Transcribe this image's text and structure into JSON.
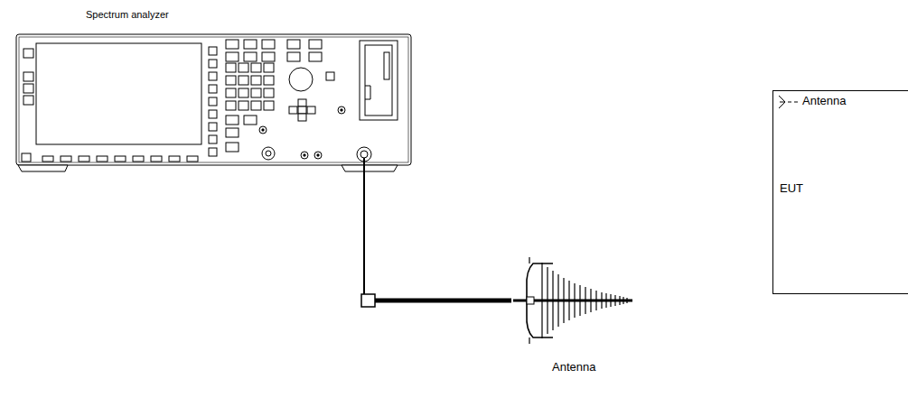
{
  "diagram": {
    "nodes": [
      {
        "text": [
          "Spectrum analyzer"
        ]
      },
      {
        "text": [
          "Antenna"
        ]
      },
      {
        "text": [
          "Antenna",
          "EUT"
        ]
      }
    ],
    "edges": [
      {
        "from": 0,
        "to": 1,
        "arrow": "none"
      }
    ]
  }
}
